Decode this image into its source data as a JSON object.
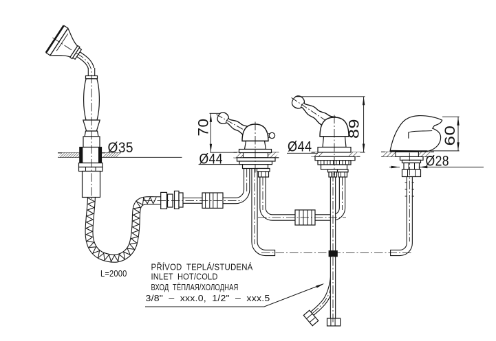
{
  "drawing": {
    "kind": "technical line drawing",
    "subject": "4-hole deck mounted bath mixer with hand shower, two lever valves and cascade spout",
    "colors": {
      "line": "#141414",
      "background": "#ffffff"
    },
    "labels": {
      "shower_holder_diameter": "Ø35",
      "left_valve_diameter": "Ø44",
      "right_valve_diameter": "Ø44",
      "spout_diameter": "Ø28",
      "left_valve_height": "70",
      "right_valve_height": "89",
      "spout_height": "60",
      "hose_length": "L=2000"
    },
    "notes": {
      "line1": "PŘÍVOD  TEPLÁ/STUDENÁ",
      "line2": "INLET  HOT/COLD",
      "line3": "ВХОД  ТЁПЛАЯ/ХОЛОДНАЯ",
      "line4": "3/8\"  –  xxx.0,  1/2\"  –  xxx.5"
    }
  }
}
